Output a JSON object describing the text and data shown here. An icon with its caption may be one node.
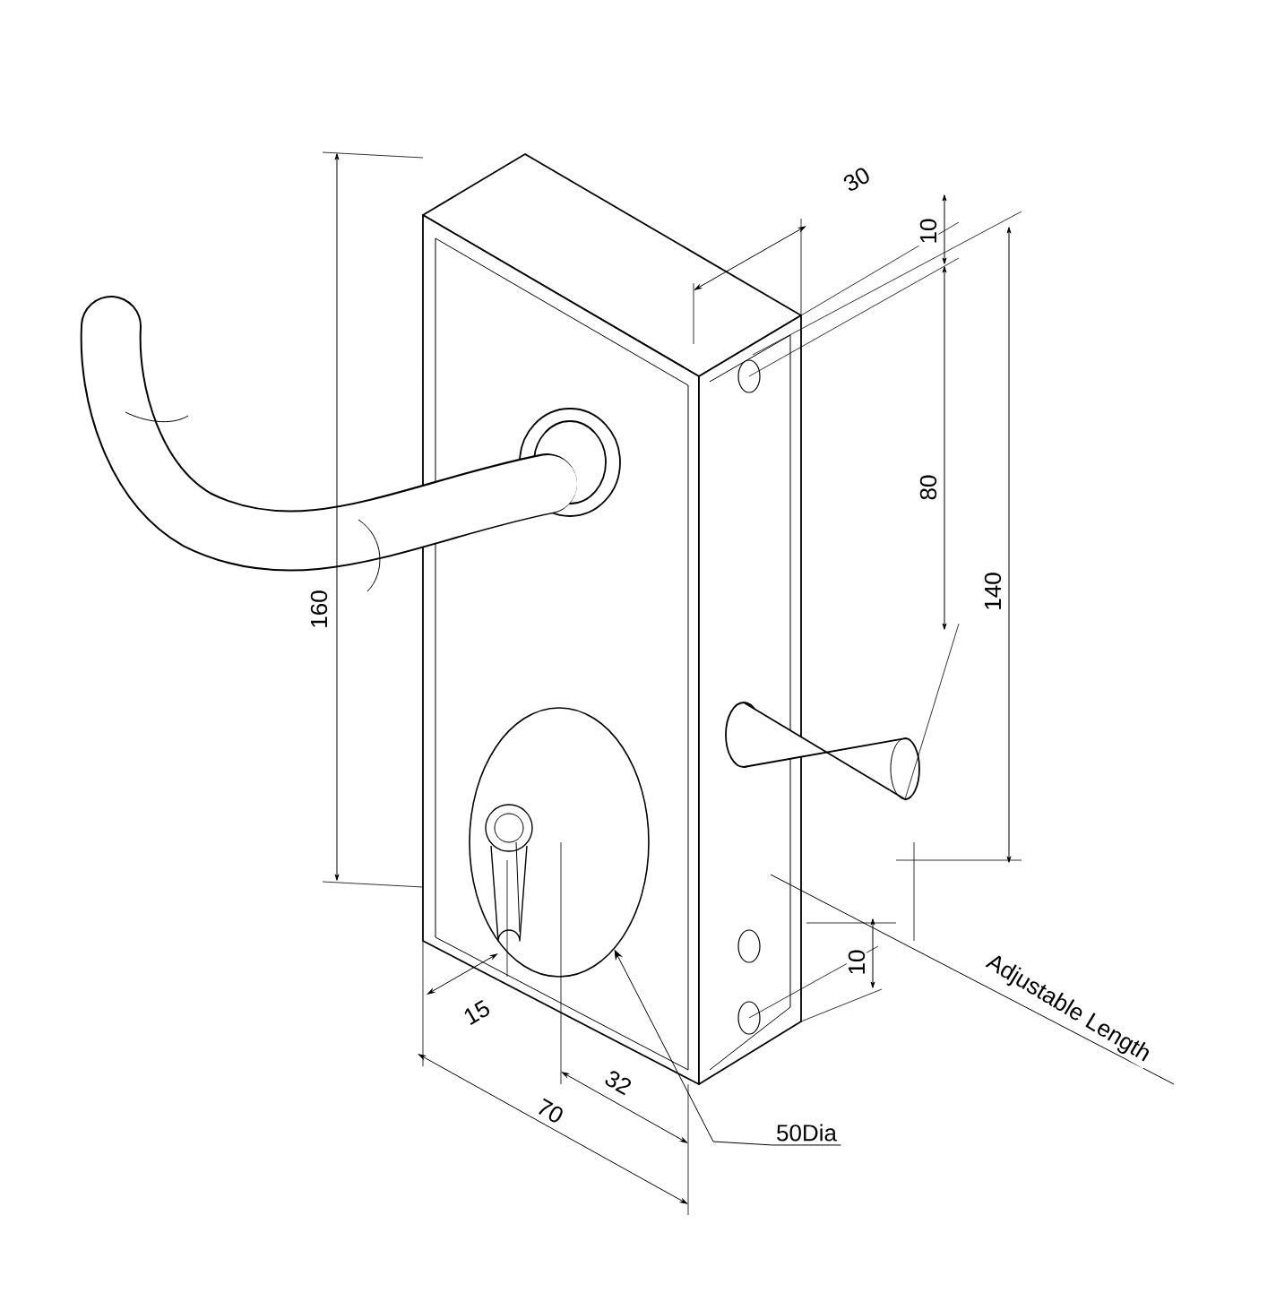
{
  "diagram": {
    "nodes": [
      {
        "text": [
          "50Dia"
        ]
      },
      {
        "text": [],
        "shape": "circle"
      }
    ],
    "edges": [
      {
        "from": 0,
        "to": 1,
        "arrow": "to"
      }
    ],
    "labels": [
      "30",
      "10",
      "80",
      "140",
      "160",
      "15",
      "32",
      "70",
      "10",
      "Adjustable Length"
    ]
  }
}
